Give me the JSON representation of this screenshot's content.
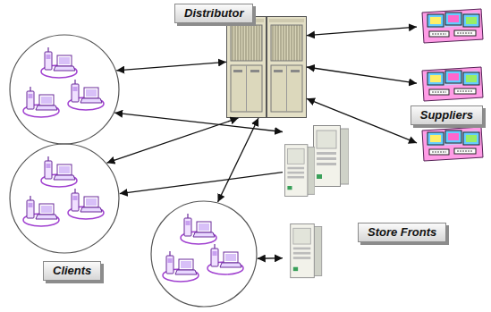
{
  "diagram": {
    "nodes": [
      {
        "text": [
          "Distributor"
        ]
      },
      {
        "text": [
          "Suppliers"
        ]
      },
      {
        "text": []
      },
      {
        "text": []
      },
      {
        "text": [
          "Store Fronts"
        ]
      },
      {
        "text": []
      }
    ],
    "edges": [
      {
        "from": 2,
        "to": 0,
        "arrow": "both"
      },
      {
        "from": 3,
        "to": 0,
        "arrow": "both"
      },
      {
        "from": 5,
        "to": 0,
        "arrow": "both"
      },
      {
        "from": 0,
        "to": 1,
        "arrow": "both"
      },
      {
        "from": 0,
        "to": 1,
        "arrow": "both"
      },
      {
        "from": 0,
        "to": 1,
        "arrow": "both"
      },
      {
        "from": 2,
        "to": 4,
        "arrow": "both"
      },
      {
        "from": 4,
        "to": 3,
        "arrow": "to"
      },
      {
        "from": 5,
        "to": 4,
        "arrow": "both"
      }
    ],
    "labels": [
      "Clients"
    ]
  }
}
